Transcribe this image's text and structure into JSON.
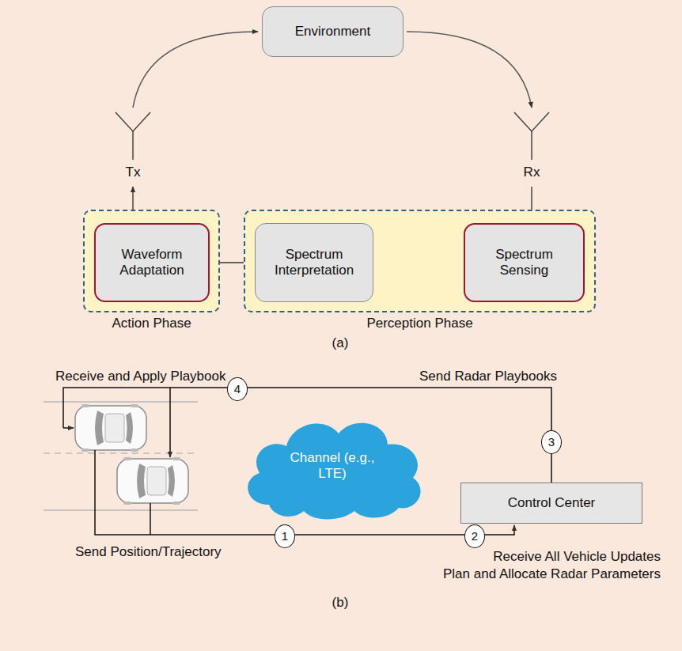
{
  "diagram": {
    "nodes": [
      {
        "text": [
          "Environment"
        ]
      },
      {
        "text": [
          "Action Phase"
        ]
      },
      {
        "text": [
          "Waveform Adaptation"
        ],
        "in": 1
      },
      {
        "text": [
          "Perception Phase"
        ]
      },
      {
        "text": [
          "Spectrum Interpretation"
        ],
        "in": 3
      },
      {
        "text": [
          "Spectrum Sensing"
        ],
        "in": 3
      },
      {
        "text": [
          "4"
        ]
      },
      {
        "text": [
          "Channel (e.g., LTE)"
        ]
      },
      {
        "text": [
          "3"
        ]
      },
      {
        "text": [
          "Control Center"
        ]
      },
      {
        "text": [
          "2"
        ]
      },
      {
        "text": [
          "1"
        ]
      }
    ],
    "edges": [
      {
        "from": 5,
        "to": 4,
        "arrow": "to"
      },
      {
        "from": 4,
        "to": 2,
        "arrow": "to"
      }
    ],
    "labels": [
      "Tx",
      "Rx",
      "(a)",
      "Receive and Apply Playbook",
      "Send Radar Playbooks",
      "Send Position/Trajectory",
      "Receive All Vehicle Updates",
      "Plan and Allocate Radar Parameters",
      "(b)"
    ]
  }
}
